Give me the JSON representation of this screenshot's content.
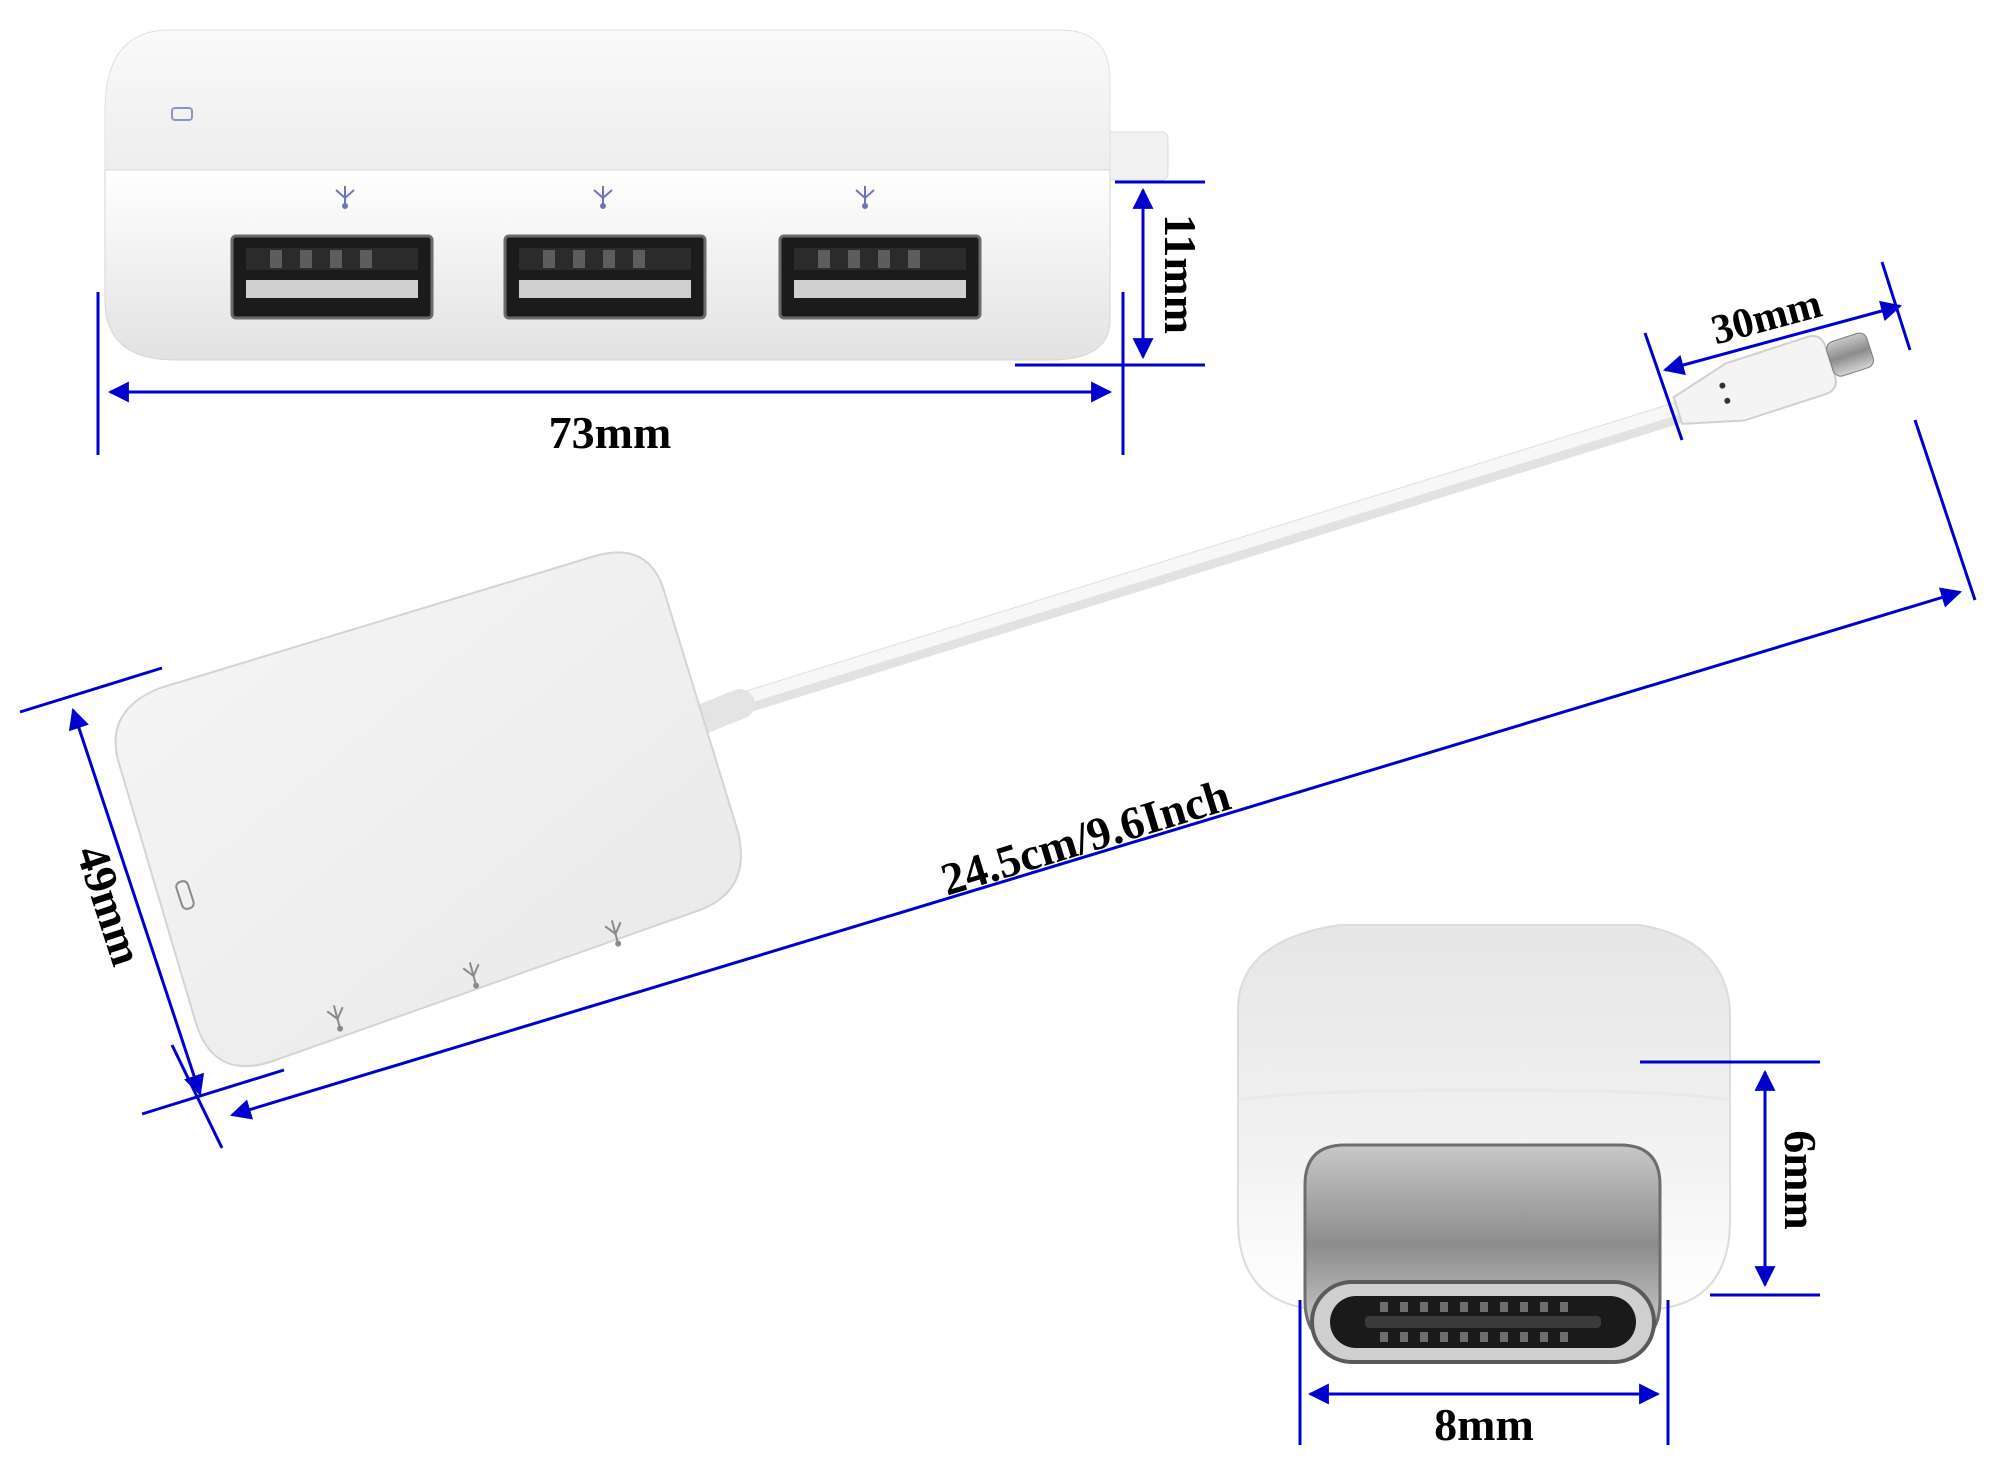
{
  "labels": {
    "width_hub": "73mm",
    "height_hub": "11mm",
    "depth_hub": "49mm",
    "cable_length": "24.5cm/9.6Inch",
    "plug_length": "30mm",
    "typec_width": "8mm",
    "typec_height": "6mm"
  },
  "icons": {
    "port_symbol": "usb-icon",
    "status_symbol": "led-indicator-icon"
  },
  "colors": {
    "dimension_line": "#0000cc",
    "device_body": "#f3f3f3",
    "port_metal": "#9a9a9a",
    "label_text": "#000000"
  }
}
